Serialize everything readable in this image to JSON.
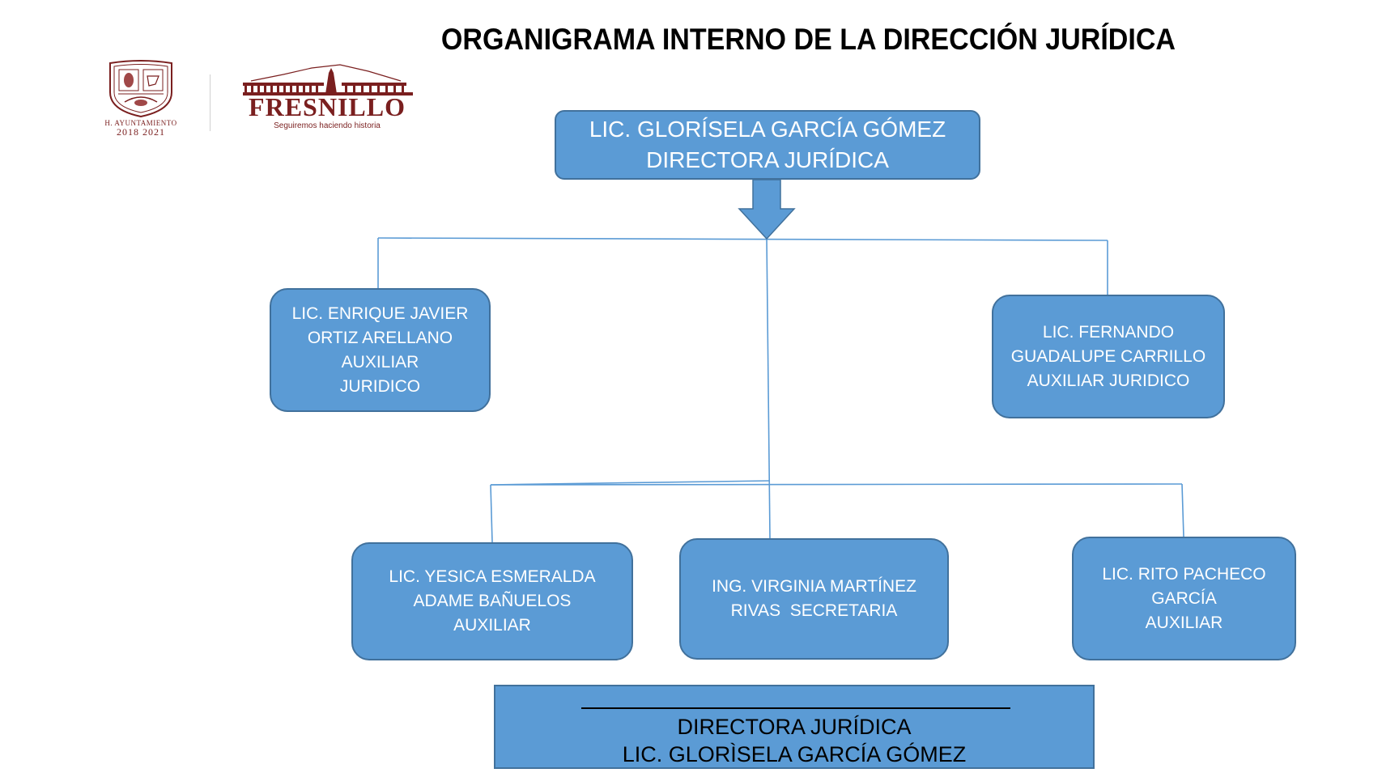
{
  "title": "ORGANIGRAMA INTERNO DE LA DIRECCIÓN JURÍDICA",
  "logos": {
    "ayuntamiento": {
      "line1": "H. AYUNTAMIENTO",
      "line2": "2018 2021",
      "icon": "municipal-shield-icon"
    },
    "fresnillo": {
      "name": "FRESNILLO",
      "tagline": "Seguiremos haciendo historia",
      "icon": "fresnillo-skyline-icon"
    },
    "brand_color": "#7a1f1f"
  },
  "colors": {
    "box_fill": "#5b9bd5",
    "box_border": "#41719c",
    "connector": "#5b9bd5"
  },
  "org": {
    "director": {
      "name": "LIC. GLORÍSELA GARCÍA GÓMEZ",
      "role": "DIRECTORA JURÍDICA"
    },
    "level1": [
      {
        "lines": [
          "LIC. ENRIQUE JAVIER",
          "ORTIZ ARELLANO",
          "AUXILIAR",
          "JURIDICO"
        ]
      },
      {
        "lines": [
          "LIC. FERNANDO",
          "GUADALUPE CARRILLO",
          "AUXILIAR JURIDICO"
        ]
      }
    ],
    "level2": [
      {
        "lines": [
          "LIC. YESICA ESMERALDA",
          "ADAME BAÑUELOS",
          "AUXILIAR"
        ]
      },
      {
        "lines": [
          "ING. VIRGINIA MARTÍNEZ",
          "RIVAS  SECRETARIA"
        ]
      },
      {
        "lines": [
          "LIC. RITO PACHECO",
          "GARCÍA",
          "AUXILIAR"
        ]
      }
    ]
  },
  "signature": {
    "role": "DIRECTORA JURÍDICA",
    "name": "LIC. GLORÌSELA GARCÍA GÓMEZ"
  }
}
